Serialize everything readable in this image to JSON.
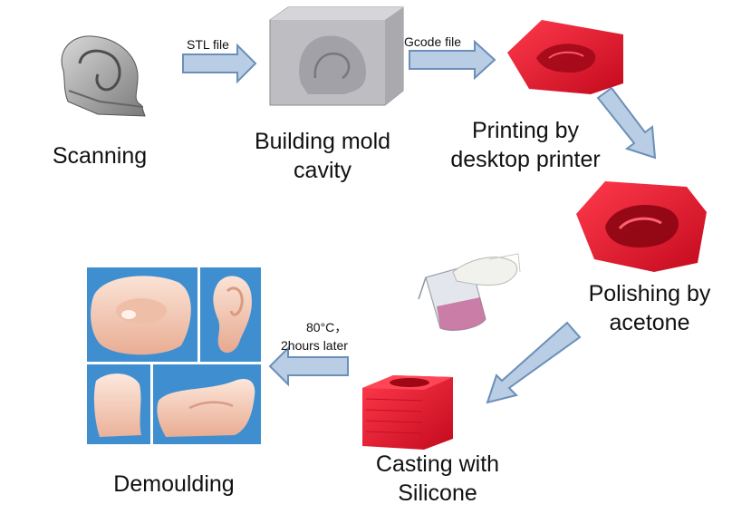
{
  "steps": {
    "scanning": "Scanning",
    "mold_cavity_line1": "Building mold",
    "mold_cavity_line2": "cavity",
    "printing_line1": "Printing by",
    "printing_line2": "desktop printer",
    "polishing_line1": "Polishing by",
    "polishing_line2": "acetone",
    "casting_line1": "Casting with",
    "casting_line2": "Silicone",
    "demoulding": "Demoulding"
  },
  "arrows": {
    "stl": "STL file",
    "gcode": "Gcode file",
    "cure_line1": "80°C，",
    "cure_line2": "2hours later"
  },
  "colors": {
    "arrow_fill": "#b9cde4",
    "arrow_stroke": "#6b8fb8",
    "mold_red": "#e8102a",
    "silicone": "#f3c4ae",
    "photo_bg": "#3f8fd0",
    "cavity_grey": "#bdbdc2"
  }
}
